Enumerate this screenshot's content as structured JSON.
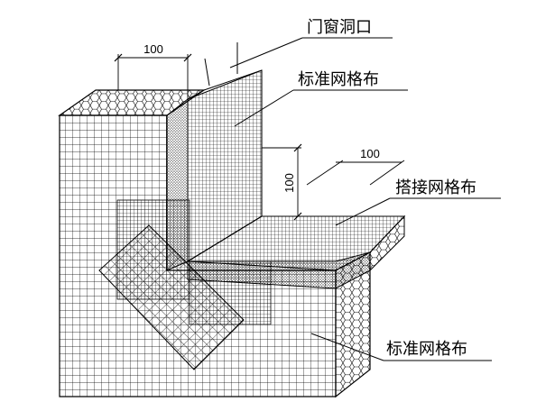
{
  "labels": {
    "opening": "门窗洞口",
    "standard_mesh_top": "标准网格布",
    "overlap_mesh": "搭接网格布",
    "standard_mesh_bottom": "标准网格布"
  },
  "dimensions": {
    "top_width": "100",
    "vertical": "100",
    "right_width": "100"
  }
}
